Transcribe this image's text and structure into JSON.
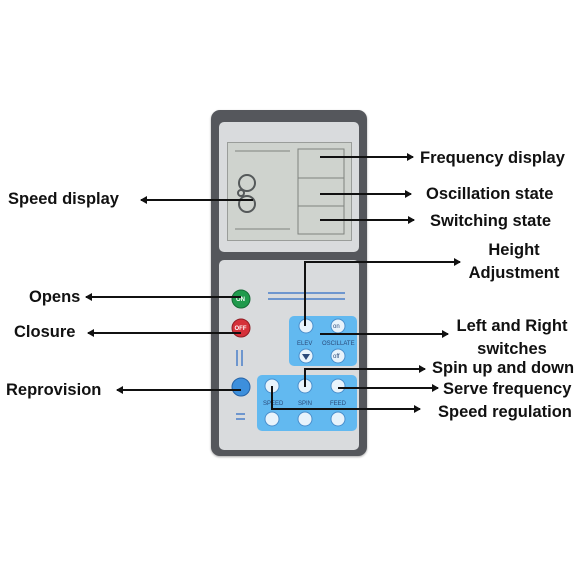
{
  "labels": {
    "frequency_display": "Frequency display",
    "speed_display": "Speed display",
    "oscillation_state": "Oscillation state",
    "switching_state": "Switching state",
    "height_adjustment_line1": "Height",
    "height_adjustment_line2": "Adjustment",
    "opens": "Opens",
    "closure": "Closure",
    "left_right_line1": "Left and Right",
    "left_right_line2": "switches",
    "spin_up_down": "Spin up and down",
    "reprovision": "Reprovision",
    "serve_frequency": "Serve frequency",
    "speed_regulation": "Speed regulation"
  },
  "remote": {
    "on_label": "ON",
    "off_label": "OFF",
    "elev_label": "ELEV",
    "on_key_label": "on",
    "oscillate_label": "OSCILLATE",
    "off_key_label": "off",
    "speed_label": "SPEED",
    "spin_label": "SPIN",
    "feed_label": "FEED"
  },
  "colors": {
    "body": "#55575c",
    "panel": "#d9dbdd",
    "lcd": "#cfd3ce",
    "keypad": "#62b9f0",
    "on_button": "#1f9a4c",
    "off_button": "#d5313a",
    "blue_button": "#3d8fdc"
  }
}
